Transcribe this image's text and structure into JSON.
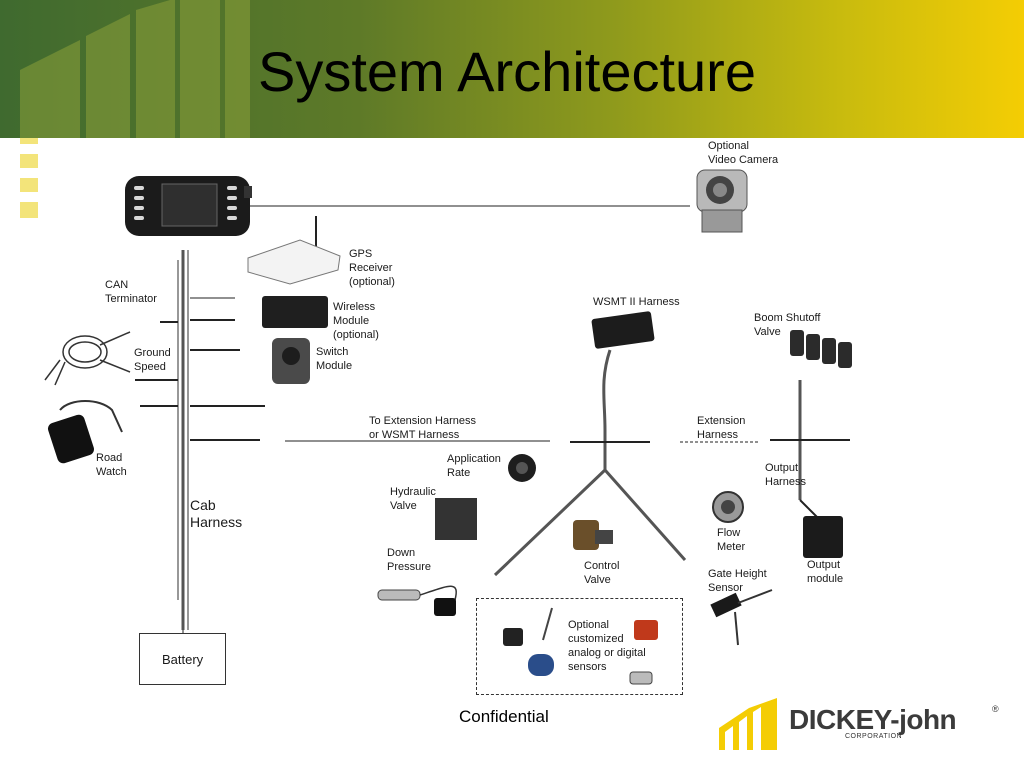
{
  "slide": {
    "title": "System Architecture",
    "footer": "Confidential"
  },
  "logo": {
    "name": "DICKEY-john",
    "sub": "CORPORATION",
    "reg": "®",
    "brand_yellow": "#f4cd04"
  },
  "colors": {
    "header_green": "#3f6a2f",
    "header_yellow": "#f4cd04"
  },
  "labels": {
    "optional_video_camera": [
      "Optional",
      "Video Camera"
    ],
    "gps_receiver": [
      "GPS",
      "Receiver",
      "(optional)"
    ],
    "can_terminator": [
      "CAN",
      "Terminator"
    ],
    "wireless_module": [
      "Wireless",
      "Module",
      "(optional)"
    ],
    "ground_speed": [
      "Ground",
      "Speed"
    ],
    "switch_module": [
      "Switch",
      "Module"
    ],
    "wsmt_ii_harness": "WSMT II Harness",
    "boom_shutoff_valve": [
      "Boom Shutoff",
      "Valve"
    ],
    "to_extension_harness": [
      "To Extension Harness",
      "or WSMT Harness"
    ],
    "extension_harness": [
      "Extension",
      "Harness"
    ],
    "road_watch": [
      "Road",
      "Watch"
    ],
    "application_rate": [
      "Application",
      "Rate"
    ],
    "output_harness": [
      "Output",
      "Harness"
    ],
    "hydraulic_valve": [
      "Hydraulic",
      "Valve"
    ],
    "cab_harness": [
      "Cab",
      "Harness"
    ],
    "flow_meter": [
      "Flow",
      "Meter"
    ],
    "down_pressure": [
      "Down",
      "Pressure"
    ],
    "control_valve": [
      "Control",
      "Valve"
    ],
    "output_module": [
      "Output",
      "module"
    ],
    "gate_height_sensor": [
      "Gate Height",
      "Sensor"
    ],
    "optional_sensors": [
      "Optional",
      "customized",
      "analog or digital",
      "sensors"
    ],
    "battery": "Battery"
  }
}
